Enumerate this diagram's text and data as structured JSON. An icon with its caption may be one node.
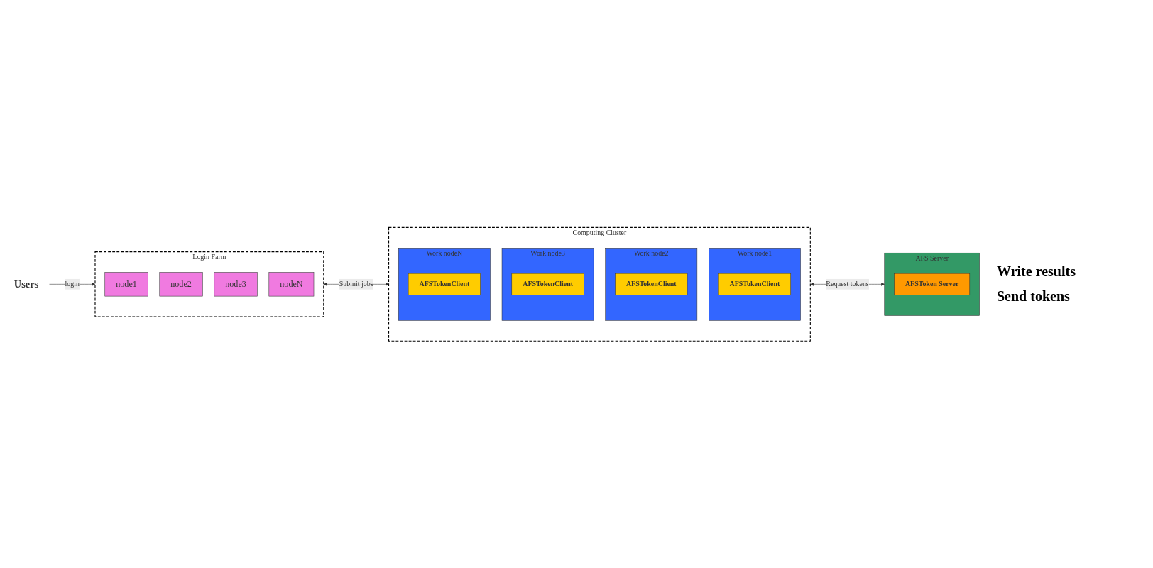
{
  "diagram": {
    "nodes": [
      {
        "text": [
          "Users"
        ]
      },
      {
        "text": [
          "Login Farm"
        ]
      },
      {
        "text": [
          "node1"
        ],
        "in": 1
      },
      {
        "text": [
          "node2"
        ],
        "in": 1
      },
      {
        "text": [
          "node3"
        ],
        "in": 1
      },
      {
        "text": [
          "nodeN"
        ],
        "in": 1
      },
      {
        "text": [
          "Computing Cluster"
        ]
      },
      {
        "text": [
          "Work node1"
        ],
        "in": 6
      },
      {
        "text": [
          "AFSTokenClient"
        ],
        "in": 7
      },
      {
        "text": [
          "Work node2"
        ],
        "in": 6
      },
      {
        "text": [
          "AFSTokenClient"
        ],
        "in": 9
      },
      {
        "text": [
          "Work node3"
        ],
        "in": 6
      },
      {
        "text": [
          "AFSTokenClient"
        ],
        "in": 11
      },
      {
        "text": [
          "Work nodeN"
        ],
        "in": 6
      },
      {
        "text": [
          "AFSTokenClient"
        ],
        "in": 13
      },
      {
        "text": [
          "AFS Server"
        ]
      },
      {
        "text": [
          "AFSToken Server"
        ],
        "in": 15
      }
    ],
    "edges": [
      {
        "from": 0,
        "to": 1,
        "arrow": "to",
        "label": "login"
      },
      {
        "from": 1,
        "to": 6,
        "arrow": "both",
        "label": "Submit jobs"
      },
      {
        "from": 6,
        "to": 15,
        "arrow": "both",
        "label": "Request tokens"
      }
    ],
    "labels": [
      "Write results",
      "Send tokens"
    ]
  }
}
